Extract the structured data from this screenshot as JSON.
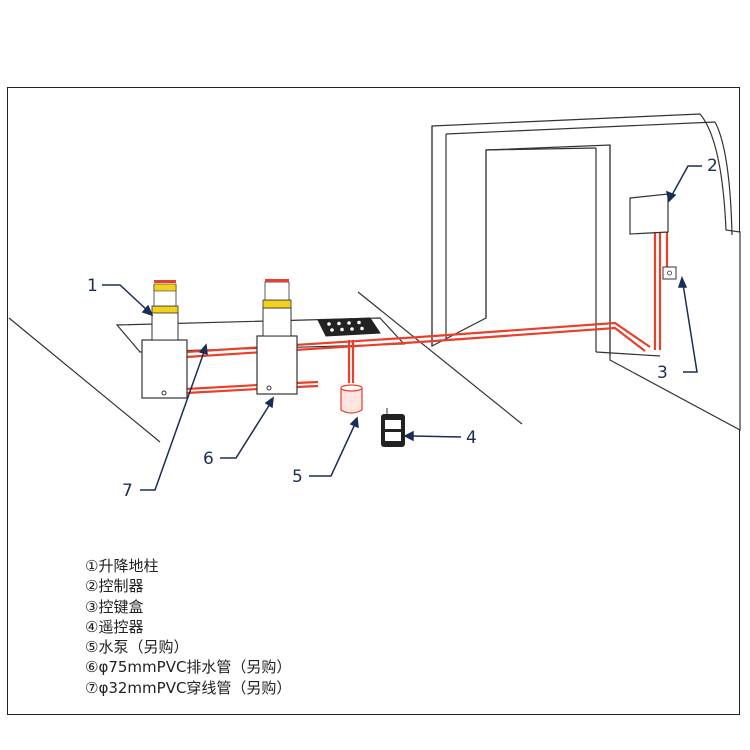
{
  "callouts": {
    "n1": "1",
    "n2": "2",
    "n3": "3",
    "n4": "4",
    "n5": "5",
    "n6": "6",
    "n7": "7"
  },
  "legend": [
    "①升降地柱",
    "②控制器",
    "③控键盒",
    "④遥控器",
    "⑤水泵（另购）",
    "⑥φ75mmPVC排水管（另购）",
    "⑦φ32mmPVC穿线管（另购）"
  ],
  "colors": {
    "pipe": "#e8402a",
    "callout": "#1a2e55",
    "bollard_top": "#f2d11c",
    "bollard_stripe": "#e8402a"
  },
  "icons": {
    "remote": "remote-control-icon",
    "controller": "controller-box-icon",
    "keypad": "key-box-icon",
    "pump": "water-pump-icon",
    "drain": "drain-grate-icon"
  }
}
